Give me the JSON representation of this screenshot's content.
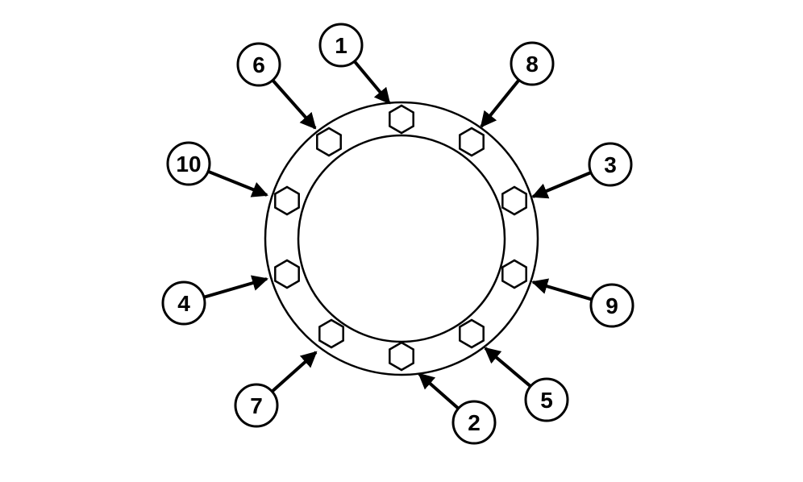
{
  "colors": {
    "background": "#ffffff",
    "stroke": "#000000"
  },
  "bolt_sequence": [
    {
      "label": "1",
      "position": "top"
    },
    {
      "label": "2",
      "position": "bottom"
    },
    {
      "label": "3",
      "position": "right-upper"
    },
    {
      "label": "4",
      "position": "left-lower"
    },
    {
      "label": "5",
      "position": "bottom-right"
    },
    {
      "label": "6",
      "position": "top-left"
    },
    {
      "label": "7",
      "position": "bottom-left"
    },
    {
      "label": "8",
      "position": "top-right"
    },
    {
      "label": "9",
      "position": "right-lower"
    },
    {
      "label": "10",
      "position": "left-upper"
    }
  ]
}
